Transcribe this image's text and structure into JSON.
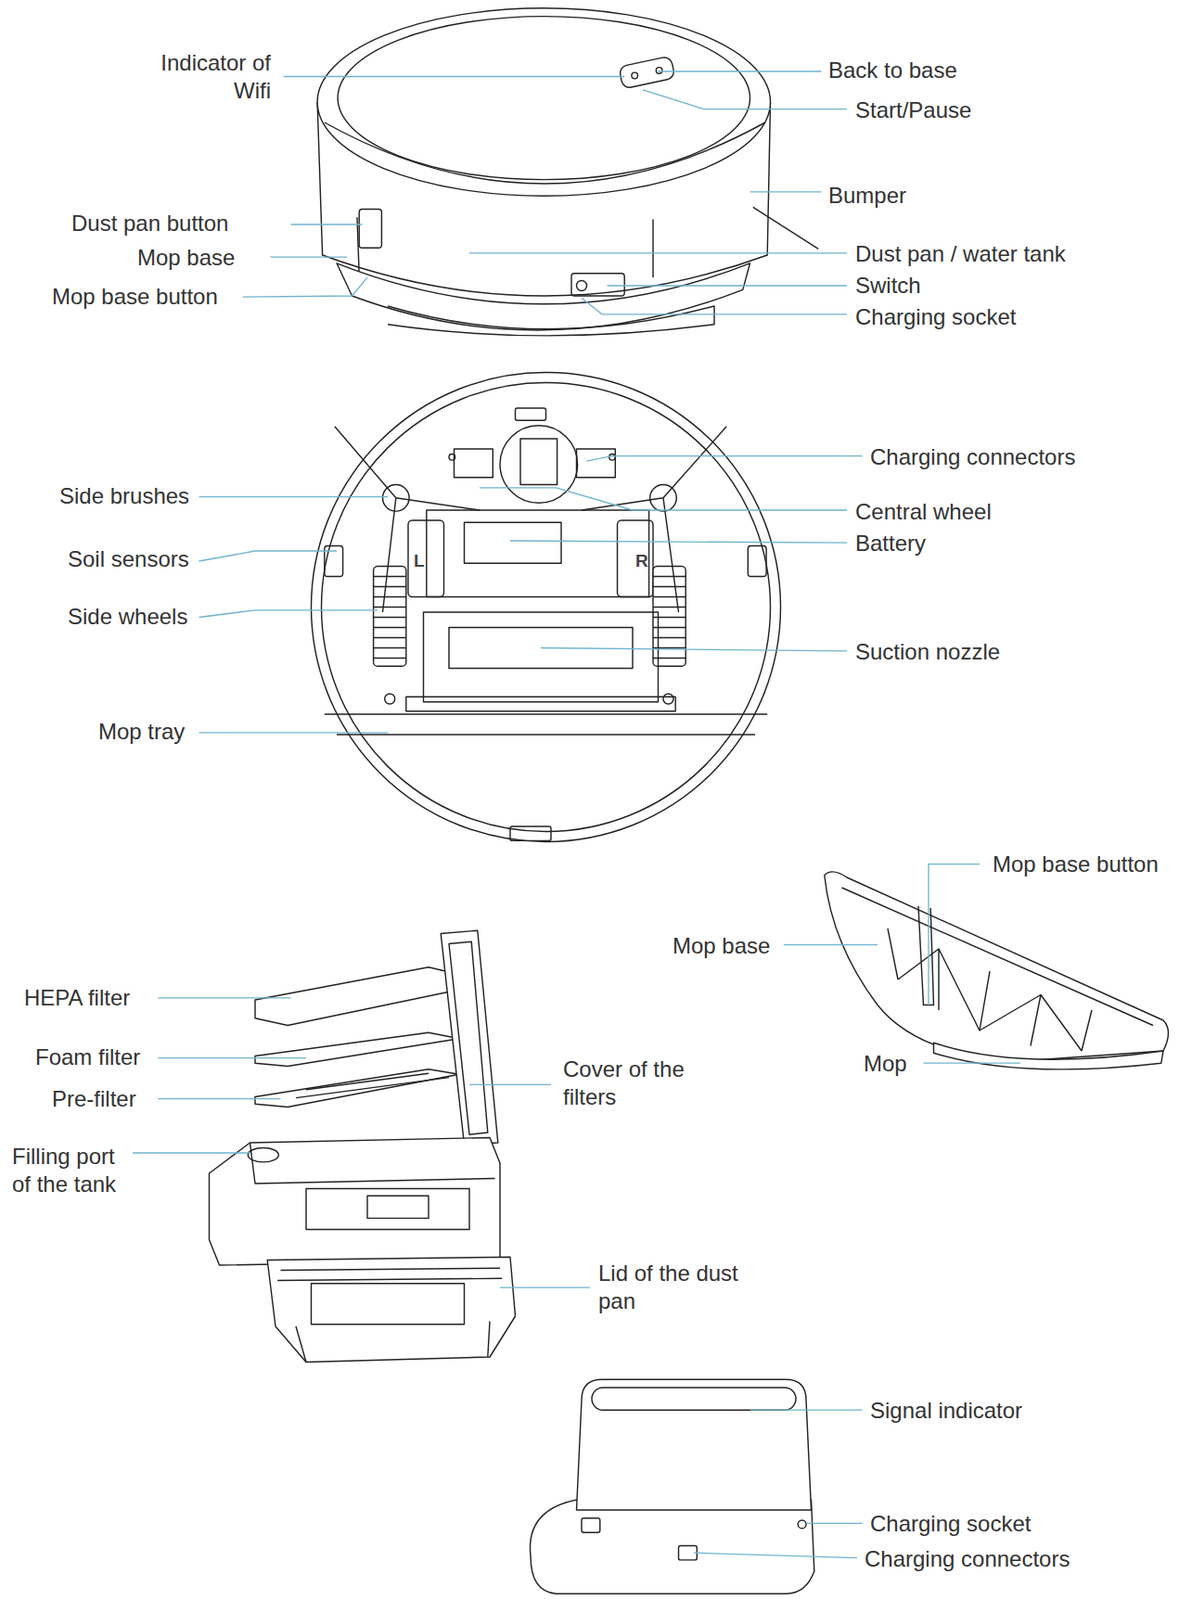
{
  "diagram": {
    "labels": [
      "Indicator of Wifi",
      "Back to base",
      "Start/Pause",
      "Bumper",
      "Dust pan button",
      "Mop base",
      "Mop base button",
      "Dust pan / water tank",
      "Switch",
      "Charging socket",
      "Charging connectors",
      "Side brushes",
      "Central wheel",
      "Battery",
      "Soil sensors",
      "Side wheels",
      "Suction nozzle",
      "Mop tray",
      "L",
      "R",
      "Mop base button",
      "Mop base",
      "HEPA filter",
      "Foam filter",
      "Mop",
      "Cover of the filters",
      "Pre-filter",
      "Filling port of the tank",
      "Lid of the dust pan",
      "Signal indicator",
      "Charging socket",
      "Charging connectors"
    ]
  }
}
